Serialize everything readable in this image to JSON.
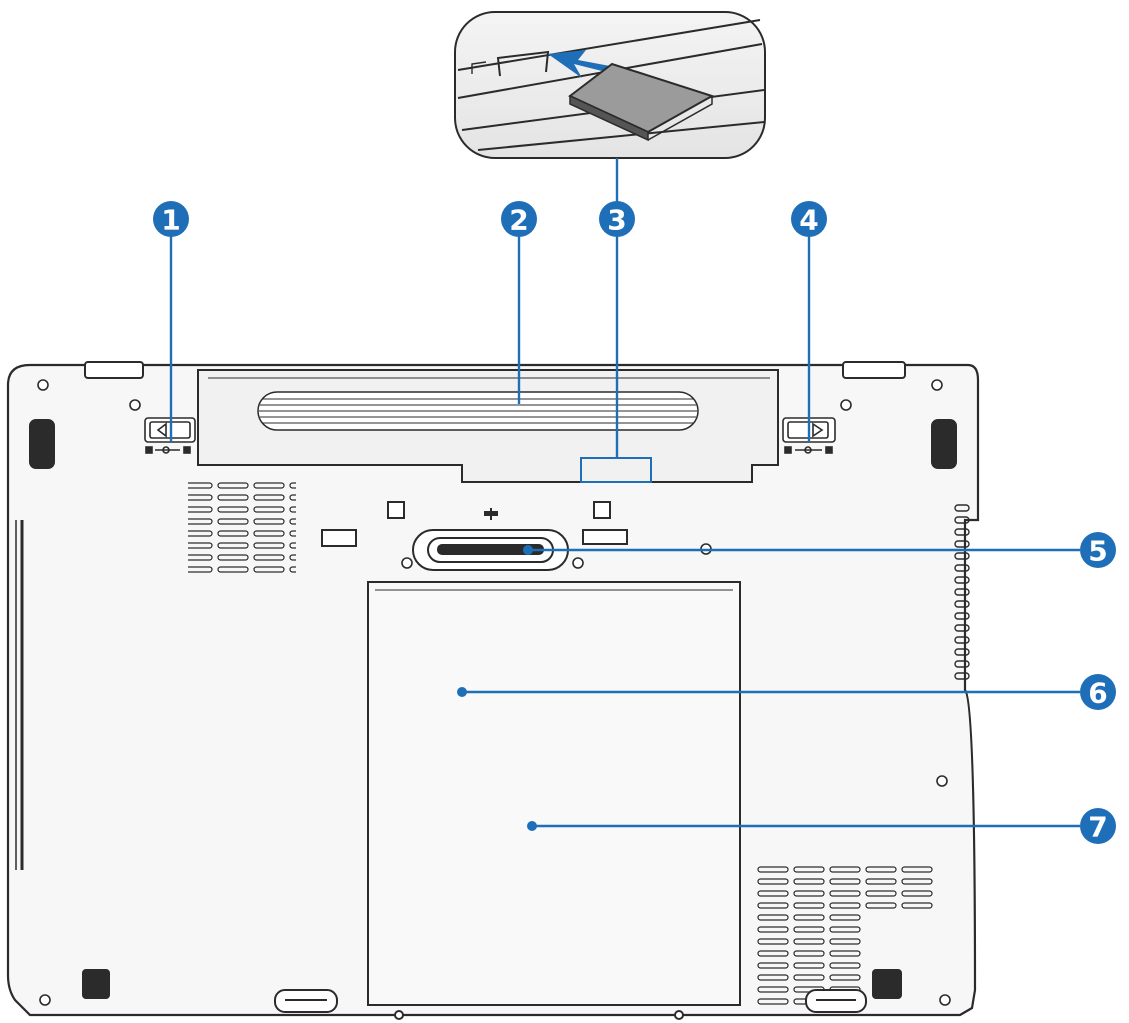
{
  "callouts": [
    {
      "number": "1"
    },
    {
      "number": "2"
    },
    {
      "number": "3"
    },
    {
      "number": "4"
    },
    {
      "number": "5"
    },
    {
      "number": "6"
    },
    {
      "number": "7"
    }
  ],
  "inset": {
    "card_label": ""
  },
  "colors": {
    "accent": "#1f6fb8",
    "outline": "#2b2b2b",
    "body_fill": "#f6f6f6",
    "inset_fill": "#eeeeee"
  }
}
